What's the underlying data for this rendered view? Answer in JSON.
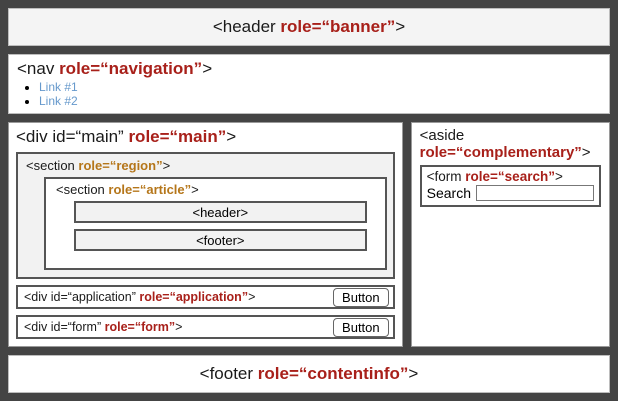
{
  "colors": {
    "page_background": "#444444",
    "role_red": "#a8201a",
    "role_gold": "#b5761a",
    "link_blue": "#6699cc",
    "box_gray": "#f2f2f2"
  },
  "banner": {
    "tag_open": "<header ",
    "role": "role=“banner”",
    "tag_close": ">"
  },
  "nav": {
    "tag_open": "<nav ",
    "role": "role=“navigation”",
    "tag_close": ">",
    "links": [
      {
        "label": "Link #1"
      },
      {
        "label": "Link #2"
      }
    ]
  },
  "main": {
    "tag_open": "<div id=“main” ",
    "role": "role=“main”",
    "tag_close": ">",
    "region": {
      "tag_open": "<section ",
      "role": "role=“region”",
      "tag_close": ">",
      "article": {
        "tag_open": "<section ",
        "role": "role=“article”",
        "tag_close": ">",
        "boxes": [
          {
            "label": "<header>"
          },
          {
            "label": "<footer>"
          }
        ]
      }
    },
    "rows": [
      {
        "tag_open": "<div id=“application” ",
        "role": "role=“application”",
        "tag_close": ">",
        "button_label": "Button"
      },
      {
        "tag_open": "<div id=“form” ",
        "role": "role=“form”",
        "tag_close": ">",
        "button_label": "Button"
      }
    ]
  },
  "aside": {
    "tag_open": "<aside",
    "role": "role=“complementary”",
    "tag_close": ">",
    "search_form": {
      "tag_open": "<form ",
      "role": "role=“search”",
      "tag_close": ">",
      "label": "Search",
      "input_value": "",
      "input_placeholder": ""
    }
  },
  "contentinfo": {
    "tag_open": "<footer ",
    "role": "role=“contentinfo”",
    "tag_close": ">"
  }
}
